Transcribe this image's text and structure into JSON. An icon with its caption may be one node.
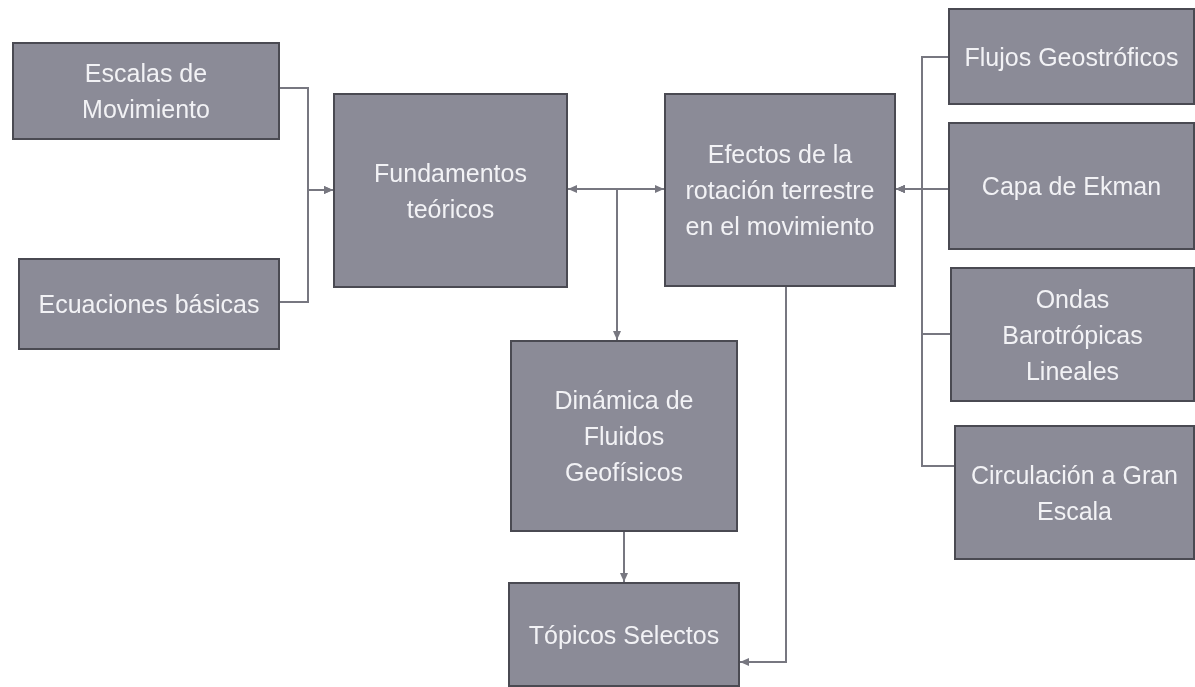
{
  "diagram": {
    "nodes": [
      {
        "text": [
          "Escalas de Movimiento"
        ]
      },
      {
        "text": [
          "Ecuaciones básicas"
        ]
      },
      {
        "text": [
          "Fundamentos teóricos"
        ]
      },
      {
        "text": [
          "Efectos de la rotación terrestre en el movimiento"
        ]
      },
      {
        "text": [
          "Flujos Geostróficos"
        ]
      },
      {
        "text": [
          "Capa de Ekman"
        ]
      },
      {
        "text": [
          "Ondas Barotrópicas Lineales"
        ]
      },
      {
        "text": [
          "Circulación a Gran Escala"
        ]
      },
      {
        "text": [
          "Dinámica de Fluidos Geofísicos"
        ]
      },
      {
        "text": [
          "Tópicos Selectos"
        ]
      }
    ],
    "edges": [
      {
        "from": 0,
        "to": 2,
        "arrow": "to"
      },
      {
        "from": 1,
        "to": 2,
        "arrow": "to"
      },
      {
        "from": 2,
        "to": 3,
        "arrow": "both"
      },
      {
        "from": 2,
        "to": 8,
        "arrow": "to"
      },
      {
        "from": 4,
        "to": 3,
        "arrow": "to"
      },
      {
        "from": 5,
        "to": 3,
        "arrow": "to"
      },
      {
        "from": 6,
        "to": 3,
        "arrow": "to"
      },
      {
        "from": 7,
        "to": 3,
        "arrow": "to"
      },
      {
        "from": 8,
        "to": 9,
        "arrow": "to"
      },
      {
        "from": 3,
        "to": 9,
        "arrow": "to"
      }
    ]
  }
}
